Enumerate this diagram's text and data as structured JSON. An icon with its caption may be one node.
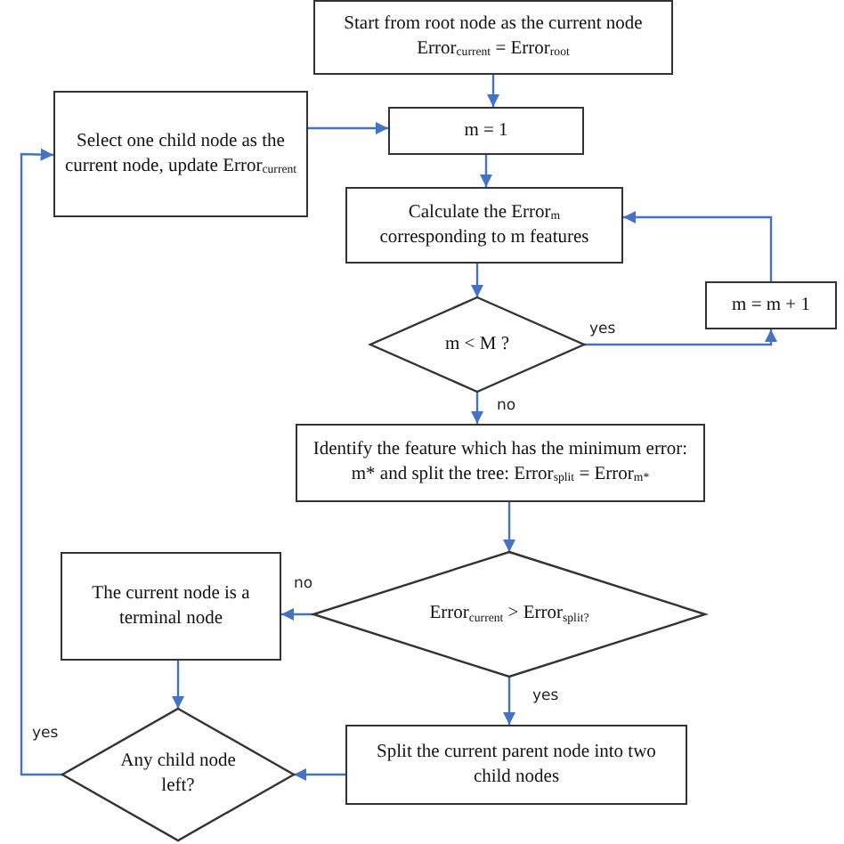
{
  "diagram": {
    "nodes": [
      {
        "text": [
          "Start from root node as the current node",
          "Error$_{current}$ = Error$_{root}$"
        ]
      },
      {
        "text": [
          "Select one child node as the current node, update Error$_{current}$"
        ]
      },
      {
        "text": [
          "m = 1"
        ]
      },
      {
        "text": [
          "Calculate the Error$_{m}$ corresponding to m features"
        ]
      },
      {
        "text": [
          "m = m + 1"
        ]
      },
      {
        "text": [
          "m < M ?"
        ]
      },
      {
        "text": [
          "Identify the feature which has the minimum error: m* and split the tree: Error$_{split}$ = Error$_{m*}$"
        ]
      },
      {
        "text": [
          "The current node is a terminal node"
        ]
      },
      {
        "text": [
          "Error$_{current}$ > Error$_{split?}$"
        ]
      },
      {
        "text": [
          "Split the current parent node into two child nodes"
        ]
      },
      {
        "text": [
          "Any child node left?"
        ]
      }
    ],
    "edges": [
      {
        "from": 0,
        "to": 2,
        "arrow": "to"
      },
      {
        "from": 1,
        "to": 2,
        "arrow": "to"
      },
      {
        "from": 2,
        "to": 3,
        "arrow": "to"
      },
      {
        "from": 3,
        "to": 5,
        "arrow": "to"
      },
      {
        "from": 5,
        "to": 4,
        "arrow": "to",
        "label": "yes"
      },
      {
        "from": 4,
        "to": 3,
        "arrow": "to"
      },
      {
        "from": 5,
        "to": 6,
        "arrow": "to",
        "label": "no"
      },
      {
        "from": 6,
        "to": 8,
        "arrow": "to"
      },
      {
        "from": 8,
        "to": 7,
        "arrow": "to",
        "label": "no"
      },
      {
        "from": 8,
        "to": 9,
        "arrow": "to",
        "label": "yes"
      },
      {
        "from": 7,
        "to": 10,
        "arrow": "to"
      },
      {
        "from": 9,
        "to": 10,
        "arrow": "to"
      },
      {
        "from": 10,
        "to": 1,
        "arrow": "to",
        "label": "yes"
      }
    ]
  }
}
